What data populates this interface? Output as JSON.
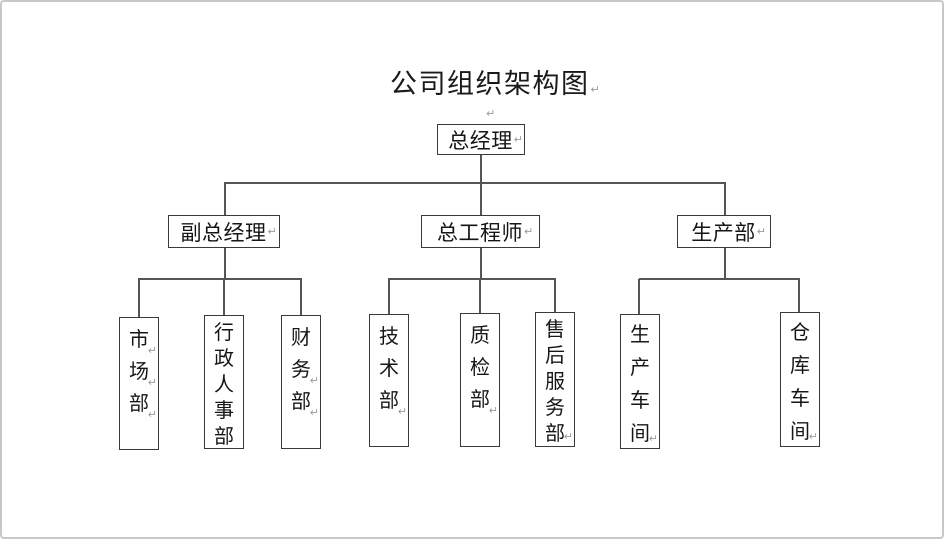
{
  "document": {
    "title": "公司组织架构图"
  },
  "glyphs": {
    "line_break_mark": "↵"
  },
  "colors": {
    "page_background": "#ffffff",
    "page_border": "#c8c8c8",
    "connector_line": "#555555",
    "node_border": "#3a3a3a",
    "text": "#161616",
    "format_mark": "#9a9a9a"
  },
  "org_chart": {
    "root": {
      "label": "总经理"
    },
    "branches": [
      {
        "label": "副总经理",
        "children": [
          {
            "label": "市场部"
          },
          {
            "label": "行政人事部"
          },
          {
            "label": "财务部"
          }
        ]
      },
      {
        "label": "总工程师",
        "children": [
          {
            "label": "技术部"
          },
          {
            "label": "质检部"
          },
          {
            "label": "售后服务部"
          }
        ]
      },
      {
        "label": "生产部",
        "children": [
          {
            "label": "生产车间"
          },
          {
            "label": "仓库车间"
          }
        ]
      }
    ]
  }
}
